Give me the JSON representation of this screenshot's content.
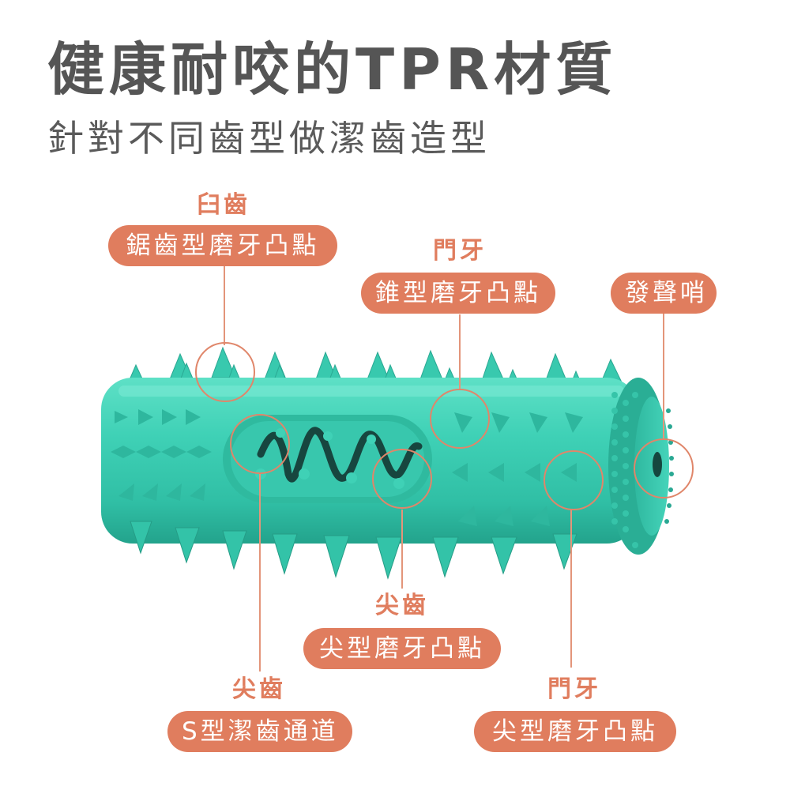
{
  "header": {
    "title": "健康耐咬的TPR材質",
    "subtitle": "針對不同齒型做潔齒造型"
  },
  "colors": {
    "accent": "#e07d5e",
    "title_text": "#555555",
    "toy": "#3ccdb3",
    "toy_dark": "#2aa893",
    "background": "#ffffff"
  },
  "callouts": [
    {
      "caption": "臼齒",
      "label": "鋸齒型磨牙凸點"
    },
    {
      "caption": "門牙",
      "label": "錐型磨牙凸點"
    },
    {
      "caption": "",
      "label": "發聲哨"
    },
    {
      "caption": "尖齒",
      "label": "尖型磨牙凸點"
    },
    {
      "caption": "尖齒",
      "label": "S型潔齒通道"
    },
    {
      "caption": "門牙",
      "label": "尖型磨牙凸點"
    }
  ],
  "product": {
    "image_alt": "teal-dog-chew-toy"
  }
}
